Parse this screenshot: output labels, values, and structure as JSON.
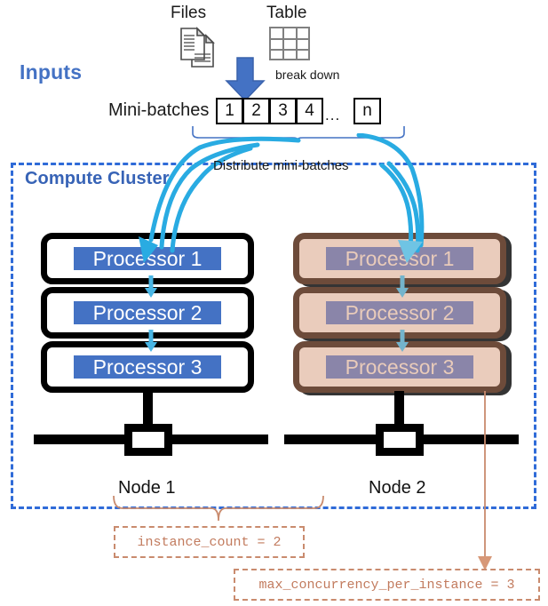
{
  "diagram": {
    "title": "Distributed mini-batch processing on a compute cluster",
    "colors": {
      "accent_blue": "#4472C4",
      "cluster_border_blue": "#2F6BD8",
      "cluster_title_blue": "#3763B6",
      "cyan_arrow": "#29ABE2",
      "node2_fill": "#EACCBC",
      "node2_border": "#6D4B3A",
      "node2_inner": "#8A85A9",
      "annotation_salmon": "#C27B5E",
      "annotation_border": "#C98B6E",
      "black": "#000000",
      "white": "#FFFFFF"
    }
  },
  "inputs": {
    "section_label": "Inputs",
    "sources": [
      {
        "label": "Files",
        "icon": "files-icon"
      },
      {
        "label": "Table",
        "icon": "table-icon"
      }
    ],
    "breakdown_label": "break down",
    "arrow_icon": "down-arrow-icon"
  },
  "mini_batches": {
    "label": "Mini-batches",
    "boxes": [
      "1",
      "2",
      "3",
      "4"
    ],
    "ellipsis": "...",
    "last_box": "n"
  },
  "distribute": {
    "label": "Distribute mini-batches"
  },
  "cluster": {
    "title": "Compute Cluster",
    "nodes": [
      {
        "label": "Node 1",
        "style": "active",
        "processors": [
          "Processor 1",
          "Processor 2",
          "Processor 3"
        ]
      },
      {
        "label": "Node 2",
        "style": "dimmed",
        "processors": [
          "Processor 1",
          "Processor 2",
          "Processor 3"
        ]
      }
    ]
  },
  "annotations": [
    {
      "text": "instance_count = 2",
      "points_to": "node-brace"
    },
    {
      "text": "max_concurrency_per_instance = 3",
      "points_to": "node-2-processors"
    }
  ]
}
